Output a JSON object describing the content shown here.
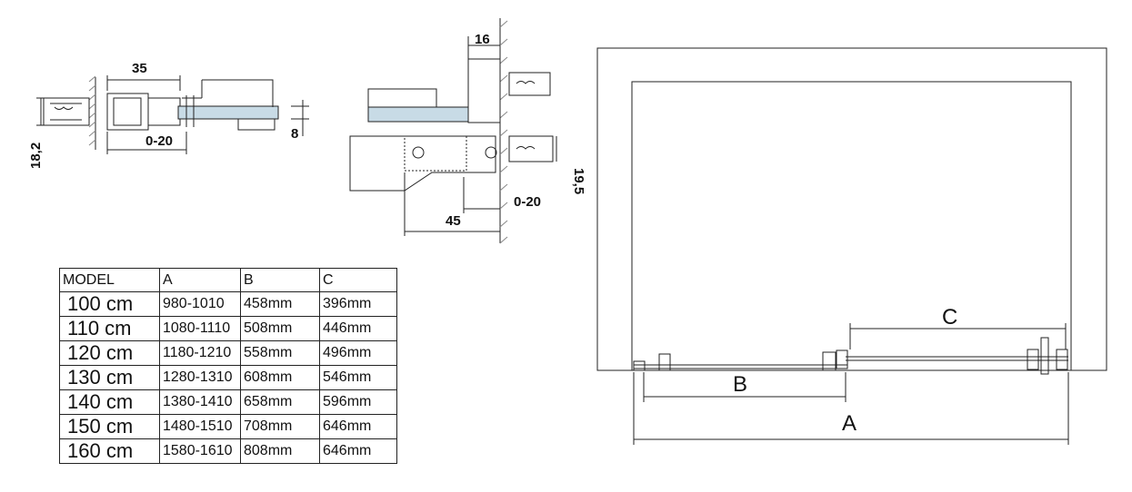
{
  "detail_left": {
    "dim_top": "35",
    "dim_bottom": "0-20",
    "dim_height": "18,2",
    "dim_glass": "8"
  },
  "detail_middle": {
    "dim_top": "16",
    "dim_side": "19,5",
    "dim_gap": "0-20",
    "dim_bottom": "45"
  },
  "plan_view": {
    "label_a": "A",
    "label_b": "B",
    "label_c": "C"
  },
  "table": {
    "headers": [
      "MODEL",
      "A",
      "B",
      "C"
    ],
    "rows": [
      [
        "100 cm",
        "980-1010",
        "458mm",
        "396mm"
      ],
      [
        "110 cm",
        "1080-1110",
        "508mm",
        "446mm"
      ],
      [
        "120 cm",
        "1180-1210",
        "558mm",
        "496mm"
      ],
      [
        "130 cm",
        "1280-1310",
        "608mm",
        "546mm"
      ],
      [
        "140 cm",
        "1380-1410",
        "658mm",
        "596mm"
      ],
      [
        "150 cm",
        "1480-1510",
        "708mm",
        "646mm"
      ],
      [
        "160 cm",
        "1580-1610",
        "808mm",
        "646mm"
      ]
    ]
  }
}
